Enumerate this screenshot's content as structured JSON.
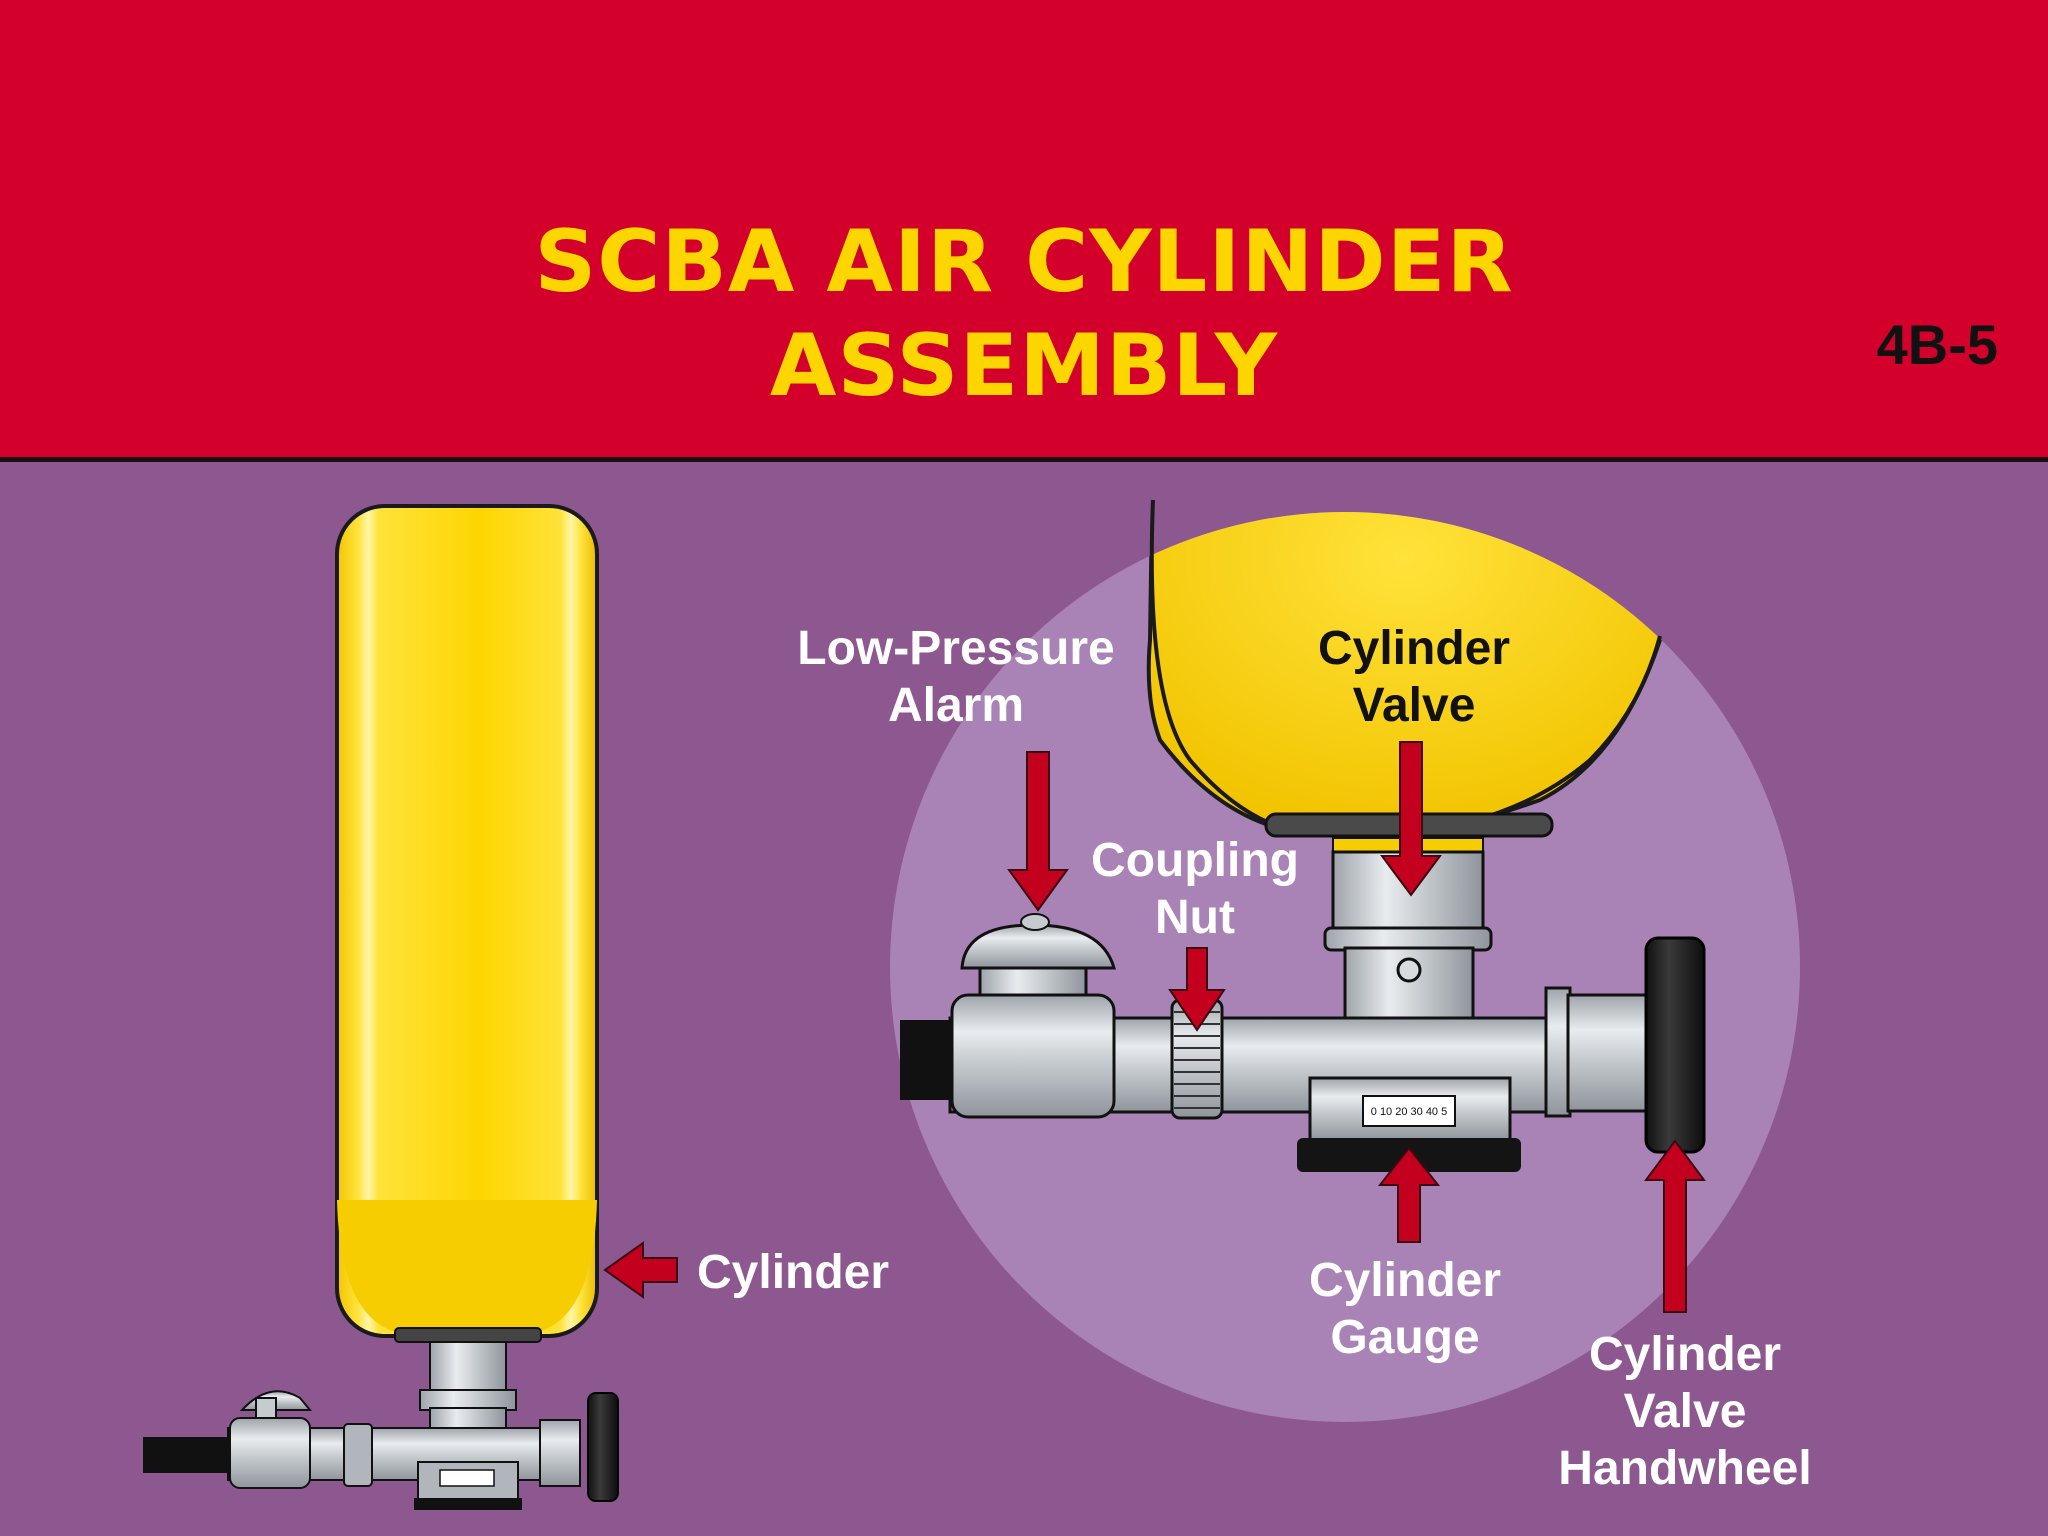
{
  "title": {
    "line1": "SCBA AIR CYLINDER",
    "line2": "ASSEMBLY"
  },
  "page_code": "4B-5",
  "labels": {
    "cylinder": "Cylinder",
    "low_pressure_alarm": {
      "line1": "Low-Pressure",
      "line2": "Alarm"
    },
    "coupling_nut": {
      "line1": "Coupling",
      "line2": "Nut"
    },
    "cylinder_valve": {
      "line1": "Cylinder",
      "line2": "Valve"
    },
    "cylinder_gauge": {
      "line1": "Cylinder",
      "line2": "Gauge"
    },
    "cylinder_valve_handwheel": {
      "line1": "Cylinder",
      "line2": "Valve",
      "line3": "Handwheel"
    }
  },
  "gauge_scale": "0 10 20 30 40 5",
  "colors": {
    "header_red": "#d3002b",
    "title_yellow": "#fdd600",
    "background_purple": "#8d5790",
    "circle_lilac": "#a983b5",
    "cylinder_yellow": "#fdd600",
    "arrow_red": "#c4001f",
    "metal_gray": "#c6cbcf"
  }
}
